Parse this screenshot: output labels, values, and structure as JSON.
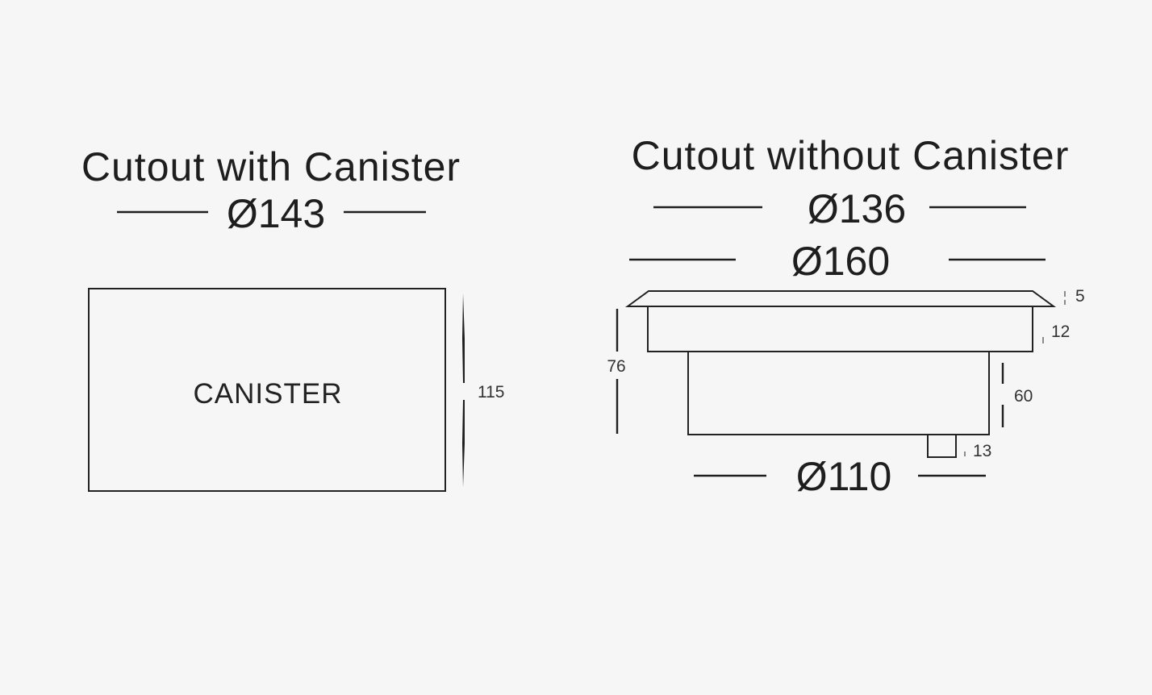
{
  "diagram": {
    "left": {
      "title": "Cutout with Canister",
      "diameter": "Ø143",
      "box_label": "CANISTER",
      "height": "115"
    },
    "right": {
      "title": "Cutout without Canister",
      "diameter_top": "Ø136",
      "diameter_mid": "Ø160",
      "diameter_bottom": "Ø110",
      "dims": {
        "flange": "5",
        "upper_body": "12",
        "overall": "76",
        "lower_body": "60",
        "stub": "13"
      }
    }
  }
}
